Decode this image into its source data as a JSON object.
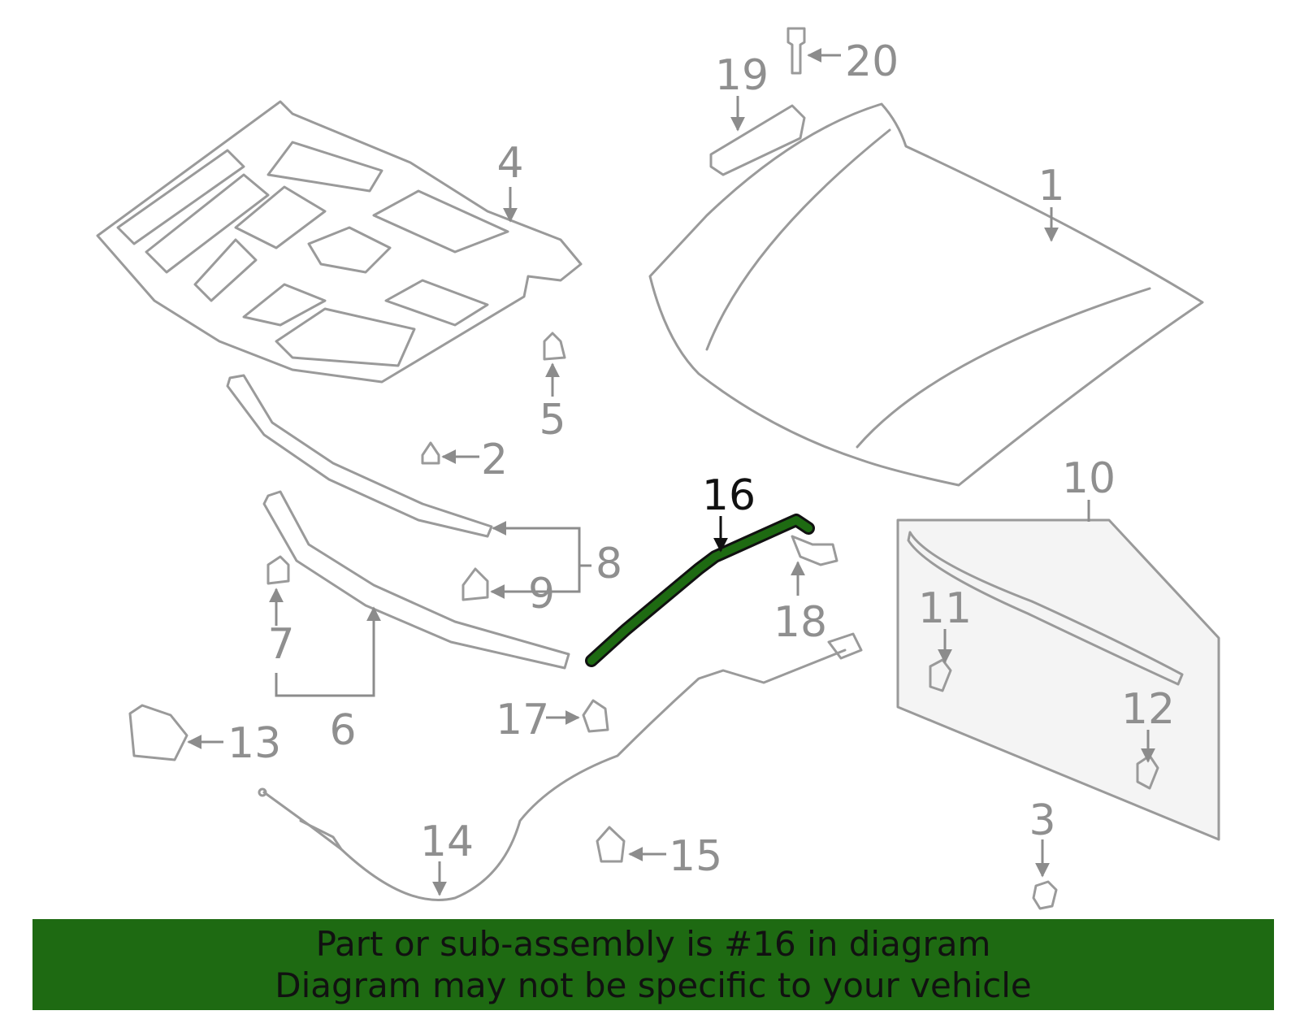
{
  "callouts": {
    "c1": "1",
    "c2": "2",
    "c3": "3",
    "c4": "4",
    "c5": "5",
    "c6": "6",
    "c7": "7",
    "c8": "8",
    "c9": "9",
    "c10": "10",
    "c11": "11",
    "c12": "12",
    "c13": "13",
    "c14": "14",
    "c15": "15",
    "c16": "16",
    "c17": "17",
    "c18": "18",
    "c19": "19",
    "c20": "20"
  },
  "highlighted_part": "16",
  "colors": {
    "highlight": "#1e6a12",
    "parts": "#9a9a9a"
  },
  "banner": {
    "line1": "Part or sub-assembly is #16 in diagram",
    "line2": "Diagram may not be specific to your vehicle"
  }
}
